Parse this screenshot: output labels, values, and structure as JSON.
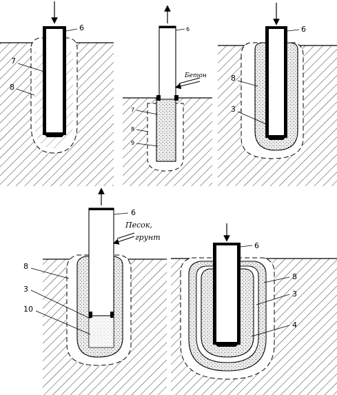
{
  "labels": {
    "p1_6": "6",
    "p1_7": "7",
    "p1_8": "8",
    "p2_6": "6",
    "p2_beton": "Бетон",
    "p2_7": "7",
    "p2_8": "8",
    "p2_9": "9",
    "p3_6": "6",
    "p3_8": "8",
    "p3_3": "3",
    "p4_6": "6",
    "p4_pesok": "Песок,",
    "p4_grunt": "грунт",
    "p4_8": "8",
    "p4_3": "3",
    "p4_10": "10",
    "p5_6": "6",
    "p5_8": "8",
    "p5_3": "3",
    "p5_4": "4"
  }
}
